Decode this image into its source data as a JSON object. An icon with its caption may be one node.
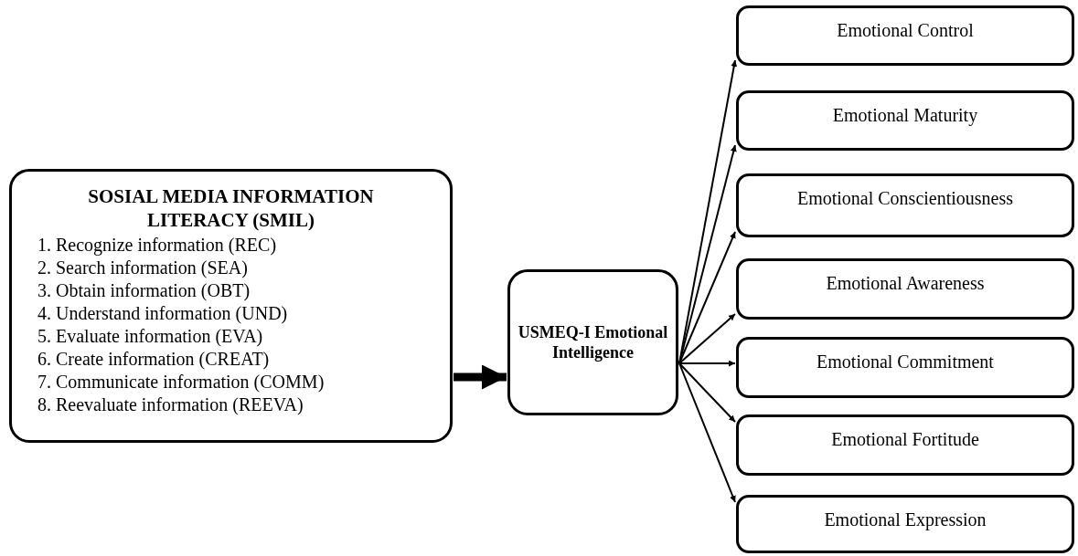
{
  "diagram": {
    "nodes": [
      {
        "text": [
          "SOSIAL MEDIA INFORMATION LITERACY (SMIL)",
          "1. Recognize information (REC)",
          "2. Search information (SEA)",
          "3. Obtain information (OBT)",
          "4. Understand information (UND)",
          "5. Evaluate information (EVA)",
          "6. Create information (CREAT)",
          "7. Communicate information (COMM)",
          "8. Reevaluate information (REEVA)"
        ]
      },
      {
        "text": [
          "USMEQ-I Emotional Intelligence"
        ]
      },
      {
        "text": [
          "Emotional Control"
        ]
      },
      {
        "text": [
          "Emotional Maturity"
        ]
      },
      {
        "text": [
          "Emotional Conscientiousness"
        ]
      },
      {
        "text": [
          "Emotional Awareness"
        ]
      },
      {
        "text": [
          "Emotional Commitment"
        ]
      },
      {
        "text": [
          "Emotional Fortitude"
        ]
      },
      {
        "text": [
          "Emotional Expression"
        ]
      }
    ],
    "edges": [
      {
        "from": 0,
        "to": 1,
        "arrow": "to",
        "style": "thick"
      },
      {
        "from": 1,
        "to": 2,
        "arrow": "to"
      },
      {
        "from": 1,
        "to": 3,
        "arrow": "to"
      },
      {
        "from": 1,
        "to": 4,
        "arrow": "to"
      },
      {
        "from": 1,
        "to": 5,
        "arrow": "to"
      },
      {
        "from": 1,
        "to": 6,
        "arrow": "to"
      },
      {
        "from": 1,
        "to": 7,
        "arrow": "to"
      },
      {
        "from": 1,
        "to": 8,
        "arrow": "to"
      }
    ]
  }
}
